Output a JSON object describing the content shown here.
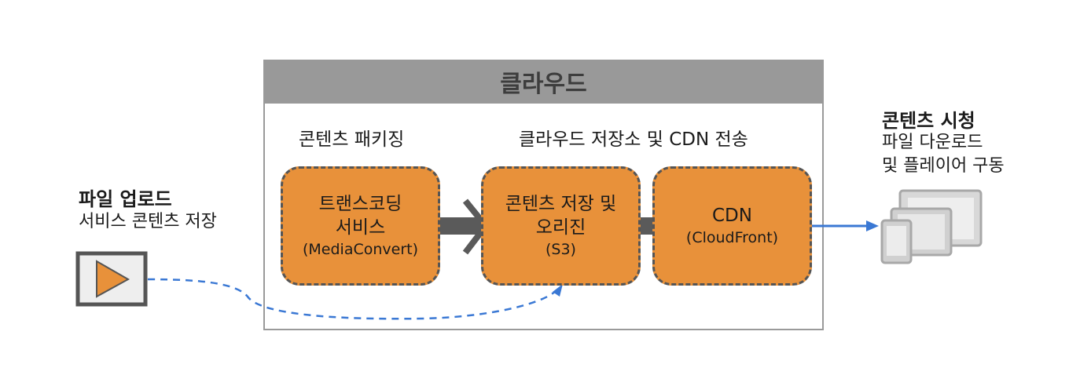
{
  "cloud": {
    "title": "클라우드"
  },
  "sections": {
    "packaging": "콘텐츠 패키징",
    "storage": "클라우드 저장소 및 CDN 전송"
  },
  "nodes": {
    "transcoding": {
      "line1": "트랜스코딩",
      "line2": "서비스",
      "sub": "(MediaConvert)"
    },
    "origin": {
      "line1": "콘텐츠 저장 및",
      "line2": "오리진",
      "sub": "(S3)"
    },
    "cdn": {
      "line1": "CDN",
      "sub": "(CloudFront)"
    }
  },
  "upload": {
    "title": "파일 업로드",
    "desc": "서비스 콘텐츠 저장",
    "icon": "video-play-icon"
  },
  "viewing": {
    "title": "콘텐츠 시청",
    "desc1": "파일 다운로드",
    "desc2": "및 플레이어 구동",
    "icon": "devices-icon"
  },
  "colors": {
    "node_fill": "#e8913a",
    "node_border": "#555555",
    "cloud_header": "#999999",
    "flow_arrow": "#3a78d4",
    "dark_arrow": "#5a5a5a"
  }
}
